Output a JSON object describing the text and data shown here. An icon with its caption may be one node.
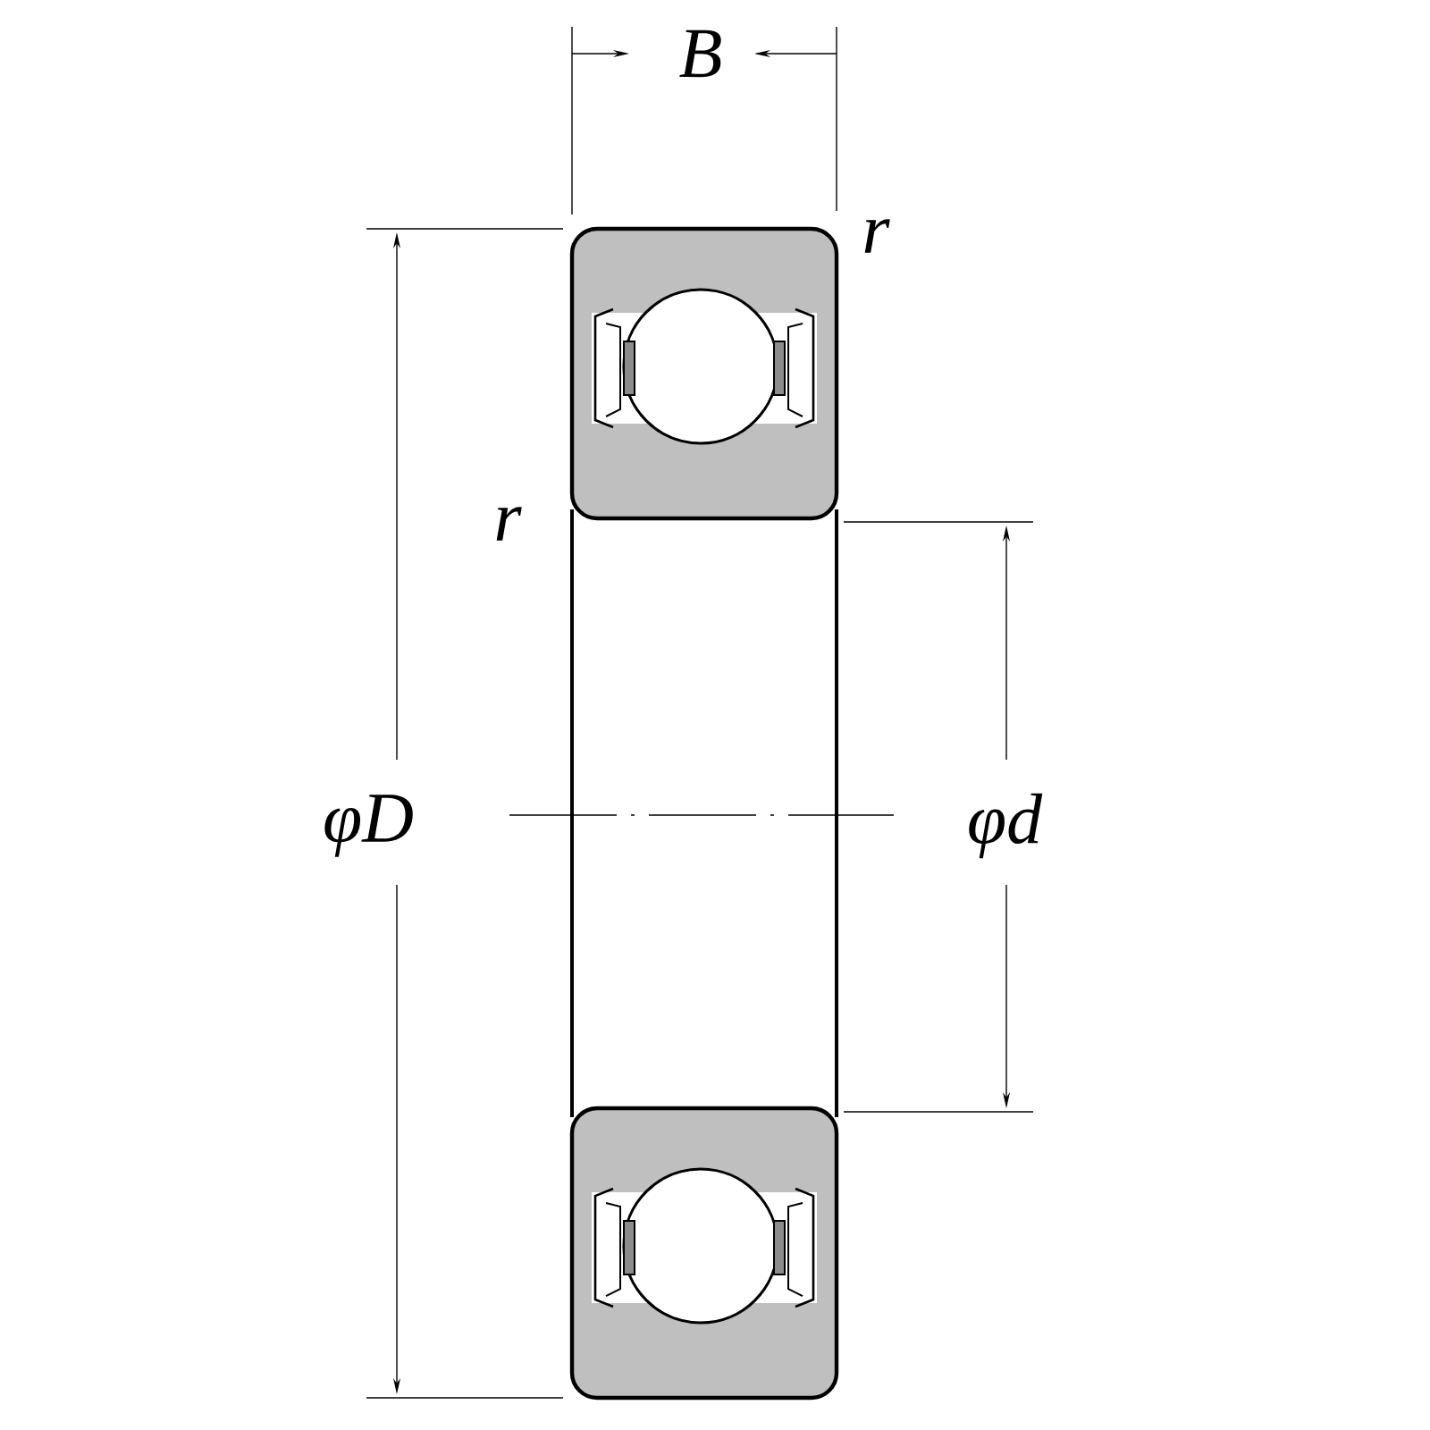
{
  "diagram": {
    "labels": [
      "B",
      "r",
      "r",
      "φD",
      "φd"
    ]
  }
}
